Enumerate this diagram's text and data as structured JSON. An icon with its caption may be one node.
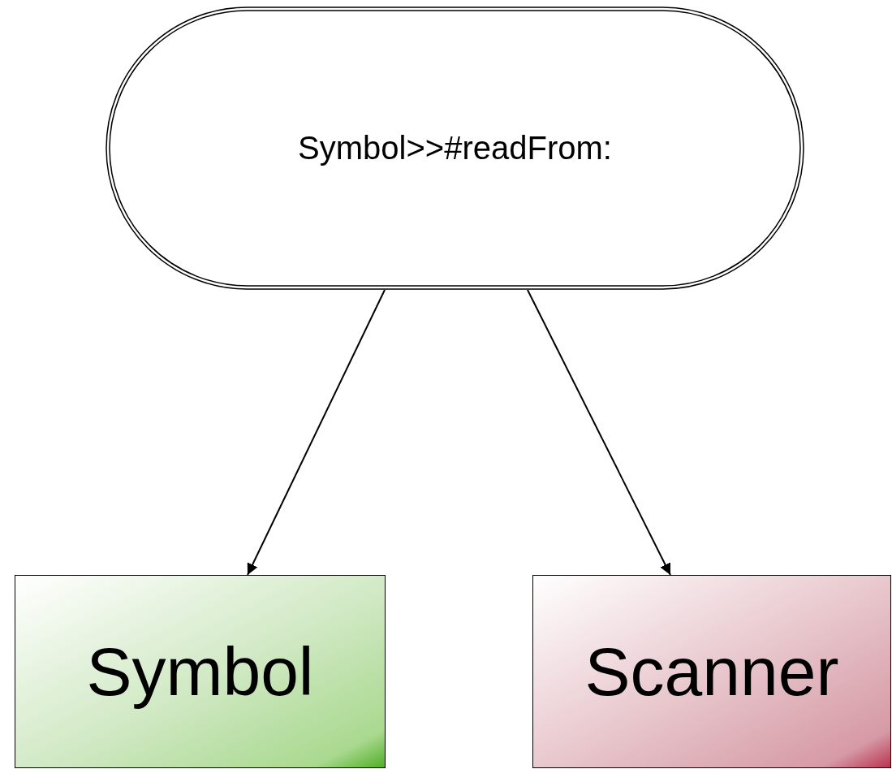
{
  "diagram": {
    "nodes": [
      {
        "text": [
          "Symbol>>#readFrom:"
        ]
      },
      {
        "text": [
          "Symbol"
        ]
      },
      {
        "text": [
          "Scanner"
        ]
      }
    ],
    "edges": [
      {
        "from": 0,
        "to": 1,
        "arrow": "to"
      },
      {
        "from": 0,
        "to": 2,
        "arrow": "to"
      }
    ]
  }
}
